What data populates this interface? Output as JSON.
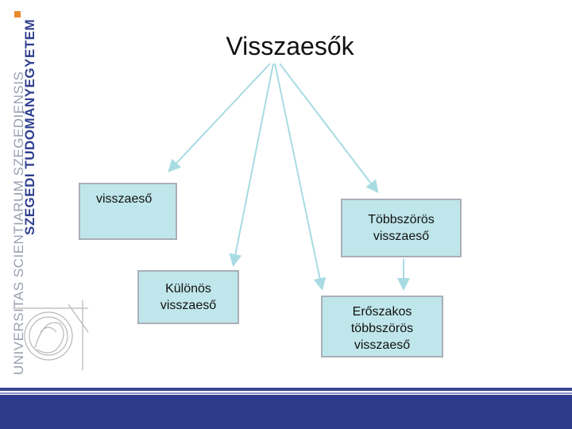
{
  "logo": {
    "university_name": "SZEGEDI TUDOMÁNYEGYETEM",
    "latin_name": "UNIVERSITAS SCIENTIARUM SZEGEDIENSIS",
    "accent_color": "#e8892a",
    "brand_color": "#2f3f8e"
  },
  "diagram": {
    "title": "Visszaesők",
    "nodes": [
      {
        "id": "visszaeso",
        "label": "visszaeső"
      },
      {
        "id": "tobbszoros",
        "label_lines": [
          "Többszörös",
          "visszaeső"
        ]
      },
      {
        "id": "kulonos",
        "label_lines": [
          "Különös",
          "visszaeső"
        ]
      },
      {
        "id": "eroszakos",
        "label_lines": [
          "Erőszakos",
          "többszörös",
          "visszaeső"
        ]
      }
    ],
    "edges": [
      {
        "from": "title",
        "to": "visszaeso"
      },
      {
        "from": "title",
        "to": "kulonos"
      },
      {
        "from": "title",
        "to": "eroszakos"
      },
      {
        "from": "title",
        "to": "tobbszoros"
      },
      {
        "from": "tobbszoros",
        "to": "eroszakos"
      }
    ],
    "box_fill": "#bfe6ea",
    "box_border": "#a9afb8",
    "arrow_color": "#a8dbe2"
  },
  "footer": {
    "color": "#2e3a8c"
  }
}
